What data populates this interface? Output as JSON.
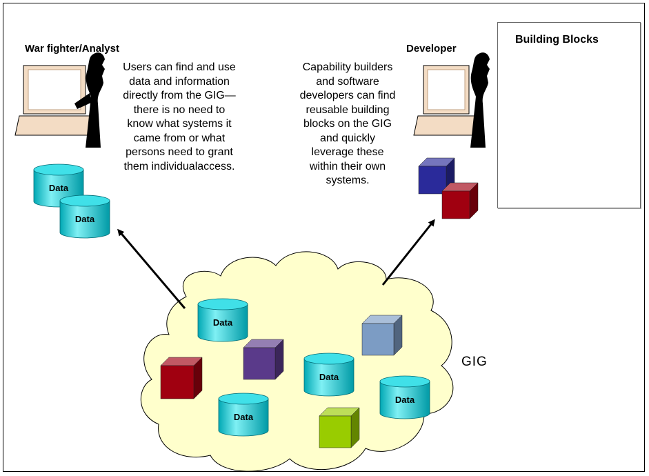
{
  "warfighter": {
    "title": "War fighter/Analyst",
    "lines": [
      "Users can find and use",
      "data and information",
      "directly from the GIG—",
      "there is no need to",
      "know what systems it",
      "came from or what",
      "persons need to grant",
      "them individualaccess."
    ]
  },
  "developer": {
    "title": "Developer",
    "lines": [
      "Capability builders",
      "and software",
      "developers can find",
      "reusable building",
      "blocks on the GIG",
      "and quickly",
      "leverage these",
      "within their own",
      "systems."
    ]
  },
  "building_blocks": {
    "title": "Building Blocks"
  },
  "gig": {
    "label": "GIG"
  },
  "data_label": "Data",
  "colors": {
    "data_cylinder": "#00c8d0",
    "cloud_fill": "#ffffcc",
    "red_cube": "#a00010",
    "purple_cube": "#5a3a8a",
    "blue_cube": "#2a2a9a",
    "steel_cube": "#7c9cc4",
    "green_cube": "#99cc00"
  }
}
